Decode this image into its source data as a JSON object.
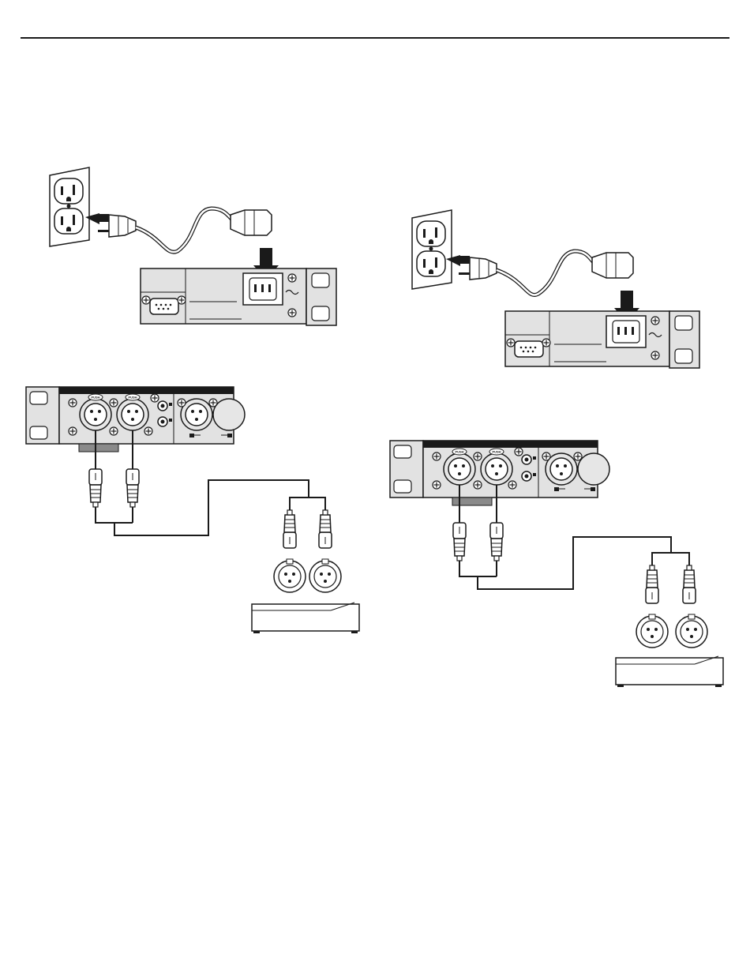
{
  "figures": [
    {
      "id": "left",
      "jack_labels": [
        "PUSH",
        "PUSH"
      ]
    },
    {
      "id": "right",
      "jack_labels": [
        "PUSH",
        "PUSH"
      ]
    }
  ],
  "colors": {
    "ink": "#1a1a1a",
    "panel": "#d9d9d9",
    "panel_dark": "#8a8a8a",
    "paper": "#ffffff"
  }
}
